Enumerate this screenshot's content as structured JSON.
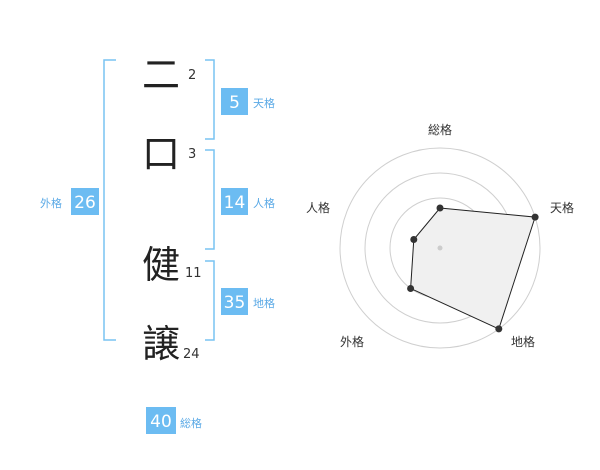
{
  "name_chars": [
    {
      "char": "二",
      "strokes": "2"
    },
    {
      "char": "口",
      "strokes": "3"
    },
    {
      "char": "健",
      "strokes": "11"
    },
    {
      "char": "譲",
      "strokes": "24"
    }
  ],
  "fortunes": {
    "tenkaku": {
      "value": "5",
      "label": "天格"
    },
    "jinkaku": {
      "value": "14",
      "label": "人格"
    },
    "chikaku": {
      "value": "35",
      "label": "地格"
    },
    "gaikaku": {
      "value": "26",
      "label": "外格"
    },
    "soukaku": {
      "value": "40",
      "label": "総格"
    }
  },
  "radar": {
    "labels": {
      "soukaku": "総格",
      "tenkaku": "天格",
      "chikaku": "地格",
      "gaikaku": "外格",
      "jinkaku": "人格"
    },
    "ring_count": 4,
    "max_level": 4,
    "levels": {
      "soukaku": 1.6,
      "tenkaku": 4,
      "chikaku": 4,
      "gaikaku": 2,
      "jinkaku": 1.1
    }
  },
  "colors": {
    "accent": "#6cbcf2",
    "bracket": "#79c3f2",
    "label": "#5aa9e6",
    "polygon_fill": "#f0f0f0"
  }
}
